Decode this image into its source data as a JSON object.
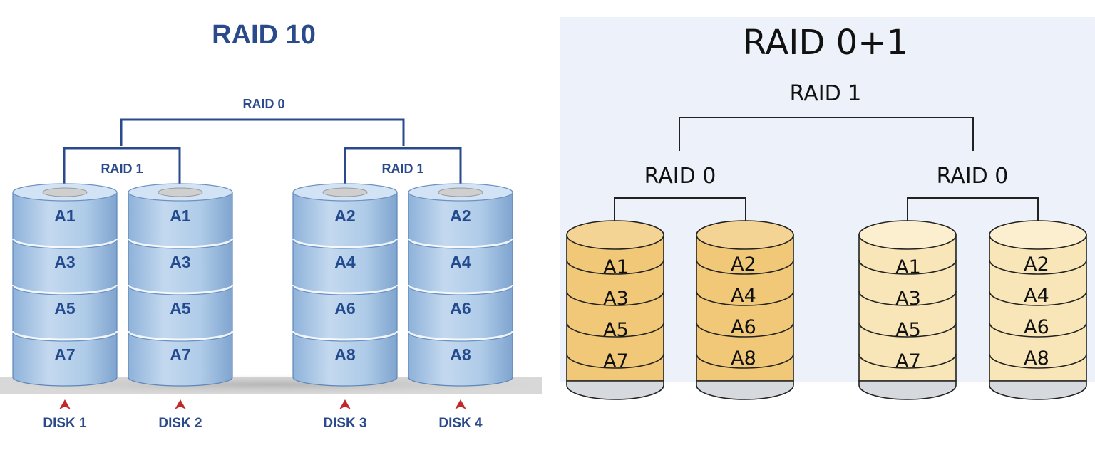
{
  "raid10": {
    "title": "RAID 10",
    "top_label": "RAID 0",
    "group_labels": [
      "RAID 1",
      "RAID 1"
    ],
    "disks": [
      {
        "label": "DISK 1",
        "blocks": [
          "A1",
          "A3",
          "A5",
          "A7"
        ]
      },
      {
        "label": "DISK 2",
        "blocks": [
          "A1",
          "A3",
          "A5",
          "A7"
        ]
      },
      {
        "label": "DISK 3",
        "blocks": [
          "A2",
          "A4",
          "A6",
          "A8"
        ]
      },
      {
        "label": "DISK 4",
        "blocks": [
          "A2",
          "A4",
          "A6",
          "A8"
        ]
      }
    ],
    "colors": {
      "text": "#2a4a8c",
      "disk_fill": "#b8d0ea",
      "disk_top": "#c8dcf2",
      "arrow": "#c0282a"
    }
  },
  "raid01": {
    "title": "RAID 0+1",
    "top_label": "RAID 1",
    "group_labels": [
      "RAID 0",
      "RAID 0"
    ],
    "disks": [
      {
        "blocks": [
          "A1",
          "A3",
          "A5",
          "A7"
        ]
      },
      {
        "blocks": [
          "A2",
          "A4",
          "A6",
          "A8"
        ]
      },
      {
        "blocks": [
          "A1",
          "A3",
          "A5",
          "A7"
        ]
      },
      {
        "blocks": [
          "A2",
          "A4",
          "A6",
          "A8"
        ]
      }
    ],
    "colors": {
      "background": "#edf1f9",
      "dark_disk": "#f0c878",
      "light_disk": "#f8e6b8"
    }
  }
}
